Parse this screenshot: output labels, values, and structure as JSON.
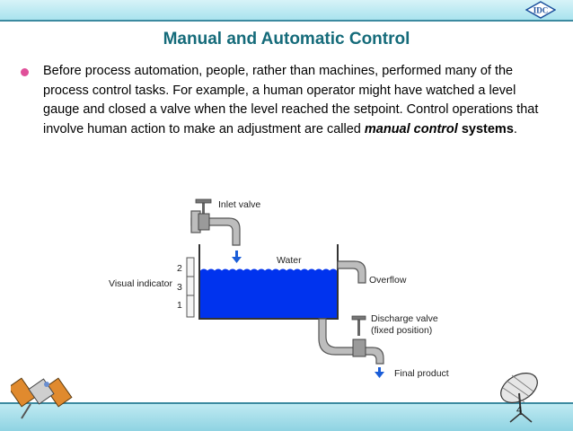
{
  "header": {
    "logo_text": "IDC"
  },
  "slide": {
    "title": "Manual and Automatic Control",
    "paragraph": {
      "text_before": "Before process automation, people, rather than machines, performed many of the process control tasks. For example, a human operator might have watched a level gauge and closed a valve when the level reached the setpoint. Control operations that involve human action to make an adjustment are called ",
      "emphasis": "manual control",
      "bold_word": " systems",
      "end": "."
    }
  },
  "diagram": {
    "inlet_valve": "Inlet valve",
    "water": "Water",
    "overflow": "Overflow",
    "visual_indicator": "Visual indicator",
    "scale_top": "2",
    "scale_mid": "3",
    "scale_bottom": "1",
    "discharge_valve_line1": "Discharge valve",
    "discharge_valve_line2": "(fixed position)",
    "final_product": "Final product",
    "water_color": "#0033ee"
  },
  "footer": {
    "page_number": "4"
  }
}
